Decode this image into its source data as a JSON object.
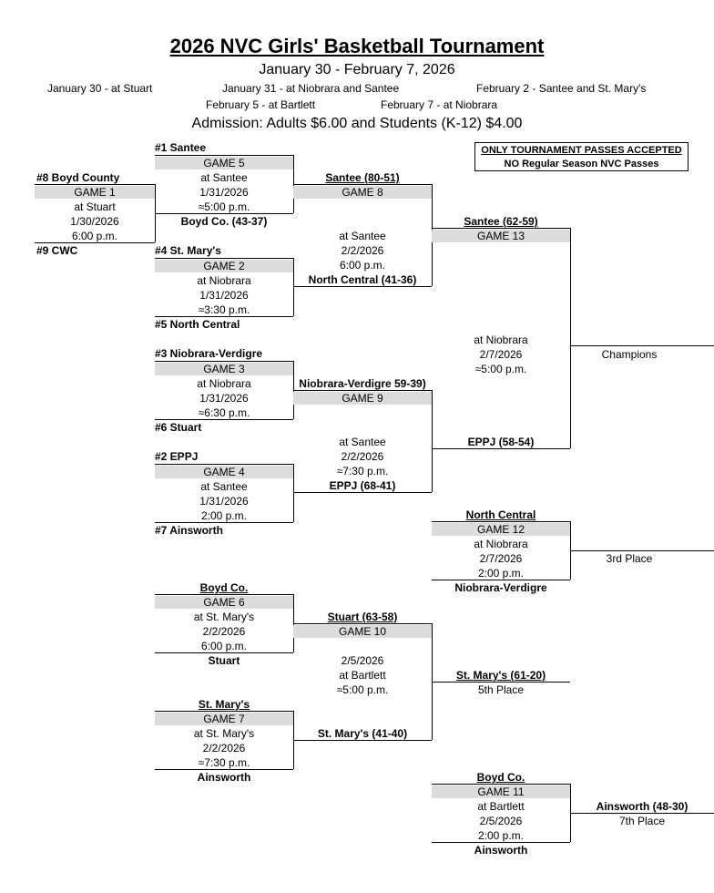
{
  "header": {
    "title": "2026 NVC Girls' Basketball Tournament",
    "subtitle": "January 30 - February 7, 2026",
    "day1": "January 30 - at Stuart",
    "day2": "January 31 - at Niobrara and Santee",
    "day3": "February 2 - Santee and St. Mary's",
    "day4": "February 5 - at Bartlett",
    "day5": "February 7 - at Niobrara",
    "admission": "Admission:  Adults $6.00 and Students (K-12) $4.00"
  },
  "notice": {
    "line1": "ONLY TOURNAMENT PASSES ACCEPTED",
    "line2": "NO Regular Season NVC Passes"
  },
  "games": {
    "g1": {
      "name": "GAME 1",
      "top": "#8  Boyd County",
      "site": "at Stuart",
      "date": "1/30/2026",
      "time": "6:00 p.m.",
      "bottom": "#9  CWC"
    },
    "g5": {
      "name": "GAME 5",
      "top": "#1  Santee",
      "site": "at Santee",
      "date": "1/31/2026",
      "time": "≈5:00 p.m.",
      "bottom": "Boyd Co. (43-37)"
    },
    "g2": {
      "name": "GAME 2",
      "top": "#4  St. Mary's",
      "site": "at Niobrara",
      "date": "1/31/2026",
      "time": "≈3:30 p.m.",
      "bottom": "#5  North Central"
    },
    "g3": {
      "name": "GAME 3",
      "top": "#3  Niobrara-Verdigre",
      "site": "at Niobrara",
      "date": "1/31/2026",
      "time": "≈6:30 p.m.",
      "bottom": "#6  Stuart"
    },
    "g4": {
      "name": "GAME 4",
      "top": "#2  EPPJ",
      "site": "at Santee",
      "date": "1/31/2026",
      "time": "2:00 p.m.",
      "bottom": "#7  Ainsworth"
    },
    "g8": {
      "name": "GAME 8",
      "top": "Santee (80-51)",
      "site": "at Santee",
      "date": "2/2/2026",
      "time": "6:00 p.m.",
      "bottom": "North Central (41-36)"
    },
    "g9": {
      "name": "GAME 9",
      "top": "Niobrara-Verdigre 59-39)",
      "site": "at Santee",
      "date": "2/2/2026",
      "time": "≈7:30 p.m.",
      "bottom": "EPPJ (68-41)"
    },
    "g13": {
      "name": "GAME 13",
      "top": "Santee (62-59)",
      "site": "at Niobrara",
      "date": "2/7/2026",
      "time": "≈5:00 p.m.",
      "bottom": "EPPJ (58-54)",
      "result": "Champions"
    },
    "g12": {
      "name": "GAME 12",
      "top": "North Central",
      "site": "at Niobrara",
      "date": "2/7/2026",
      "time": "2:00 p.m.",
      "bottom": "Niobrara-Verdigre",
      "result": "3rd Place"
    },
    "g6": {
      "name": "GAME 6",
      "top": "Boyd Co.",
      "site": "at St. Mary's",
      "date": "2/2/2026",
      "time": "6:00 p.m.",
      "bottom": "Stuart"
    },
    "g7": {
      "name": "GAME 7",
      "top": "St. Mary's",
      "site": "at St. Mary's",
      "date": "2/2/2026",
      "time": "≈7:30 p.m.",
      "bottom": "Ainsworth"
    },
    "g10": {
      "name": "GAME 10",
      "top": "Stuart (63-58)",
      "date": "2/5/2026",
      "site": "at Bartlett",
      "time": "≈5:00 p.m.",
      "bottom": "St. Mary's (41-40)",
      "winner": "St. Mary's (61-20)",
      "result": "5th Place"
    },
    "g11": {
      "name": "GAME 11",
      "top": "Boyd Co.",
      "site": "at Bartlett",
      "date": "2/5/2026",
      "time": "2:00 p.m.",
      "bottom": "Ainsworth",
      "winner": "Ainsworth (48-30)",
      "result": "7th Place"
    }
  }
}
